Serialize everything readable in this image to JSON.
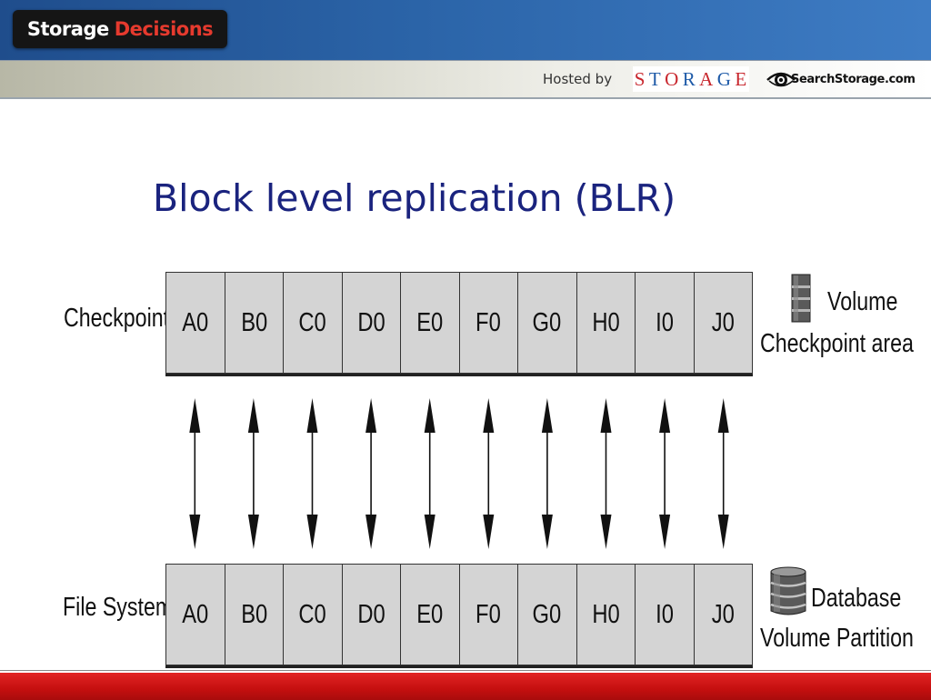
{
  "header": {
    "brand_word1": "Storage",
    "brand_word2": "Decisions",
    "hosted_by": "Hosted by",
    "storage_letters": [
      "S",
      "T",
      "O",
      "R",
      "A",
      "G",
      "E"
    ],
    "searchstorage": "SearchStorage.com"
  },
  "slide": {
    "title": "Block level replication (BLR)"
  },
  "diagram": {
    "top_row_label": "Checkpoint",
    "bottom_row_label": "File System",
    "top_row_cells": [
      "A0",
      "B0",
      "C0",
      "D0",
      "E0",
      "F0",
      "G0",
      "H0",
      "I0",
      "J0"
    ],
    "bottom_row_cells": [
      "A0",
      "B0",
      "C0",
      "D0",
      "E0",
      "F0",
      "G0",
      "H0",
      "I0",
      "J0"
    ],
    "top_legend_line1": "Volume",
    "top_legend_line2": "Checkpoint area",
    "bottom_legend_line1": "Database",
    "bottom_legend_line2": "Volume Partition"
  },
  "colors": {
    "title": "#1a237e",
    "brand_accent": "#e63a2e",
    "cell_fill": "#d4d4d4",
    "bottom_bar": "#c50f0f"
  }
}
